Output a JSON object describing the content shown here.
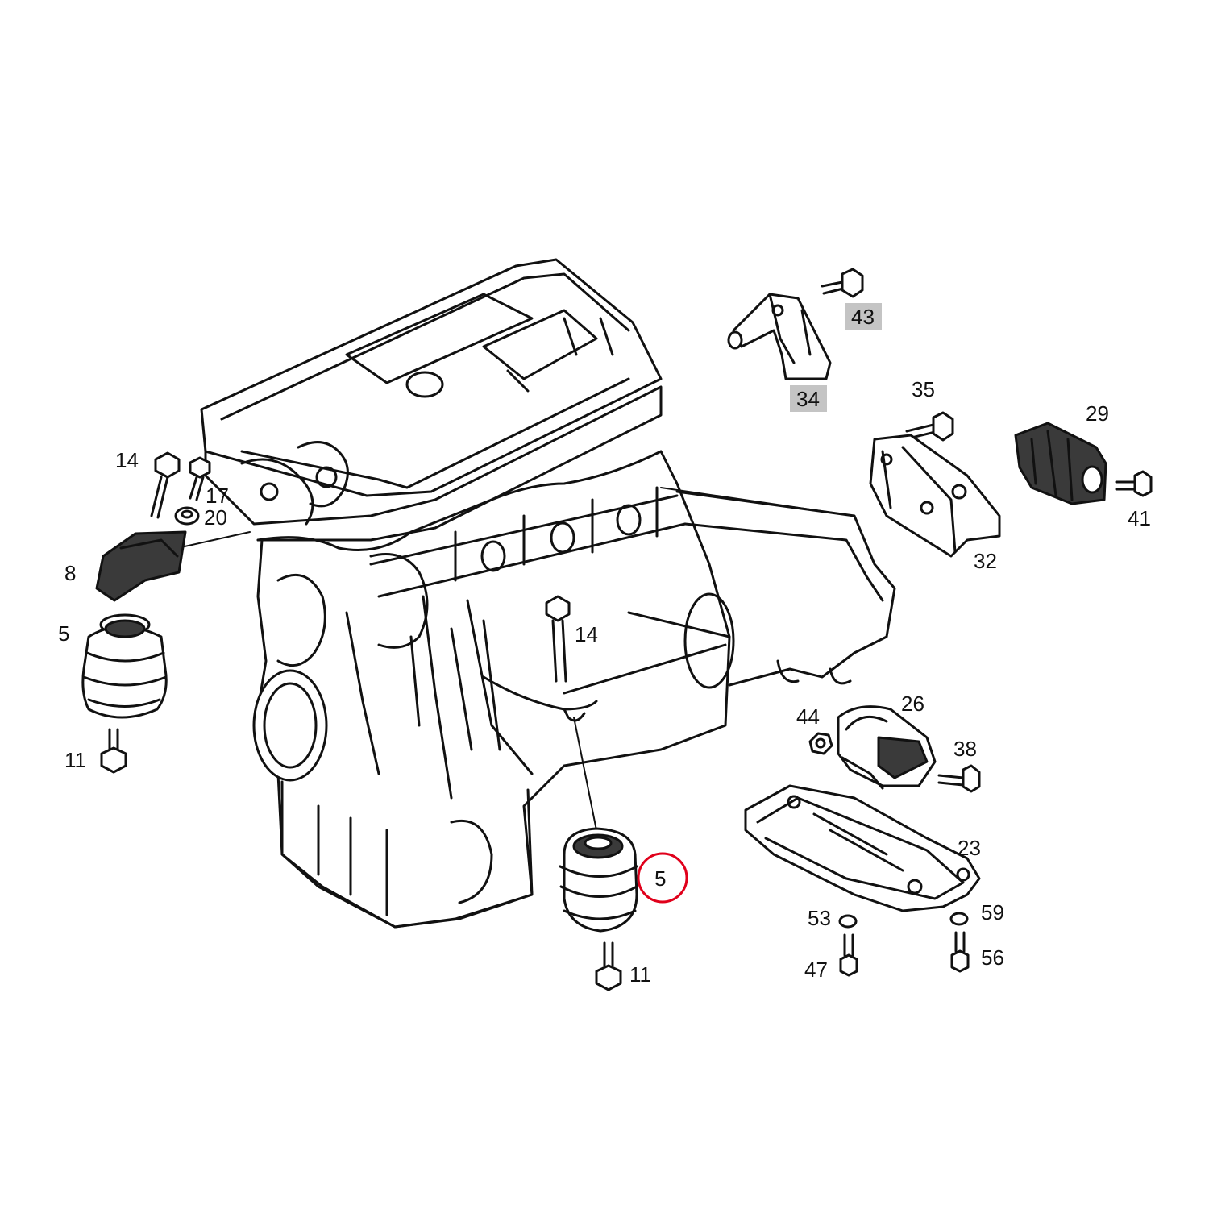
{
  "diagram": {
    "callouts": {
      "c14_left": "14",
      "c17": "17",
      "c20": "20",
      "c8": "8",
      "c5_left": "5",
      "c11_left": "11",
      "c14_center": "14",
      "c5_center": "5",
      "c11_center": "11",
      "c43": "43",
      "c34": "34",
      "c35": "35",
      "c29": "29",
      "c41": "41",
      "c32": "32",
      "c44": "44",
      "c26": "26",
      "c38": "38",
      "c23": "23",
      "c53": "53",
      "c59": "59",
      "c47": "47",
      "c56": "56"
    },
    "highlighted_callout": "5",
    "colors": {
      "line": "#111111",
      "highlight_box": "#c4c4c4",
      "highlight_circle": "#e0001b"
    }
  }
}
